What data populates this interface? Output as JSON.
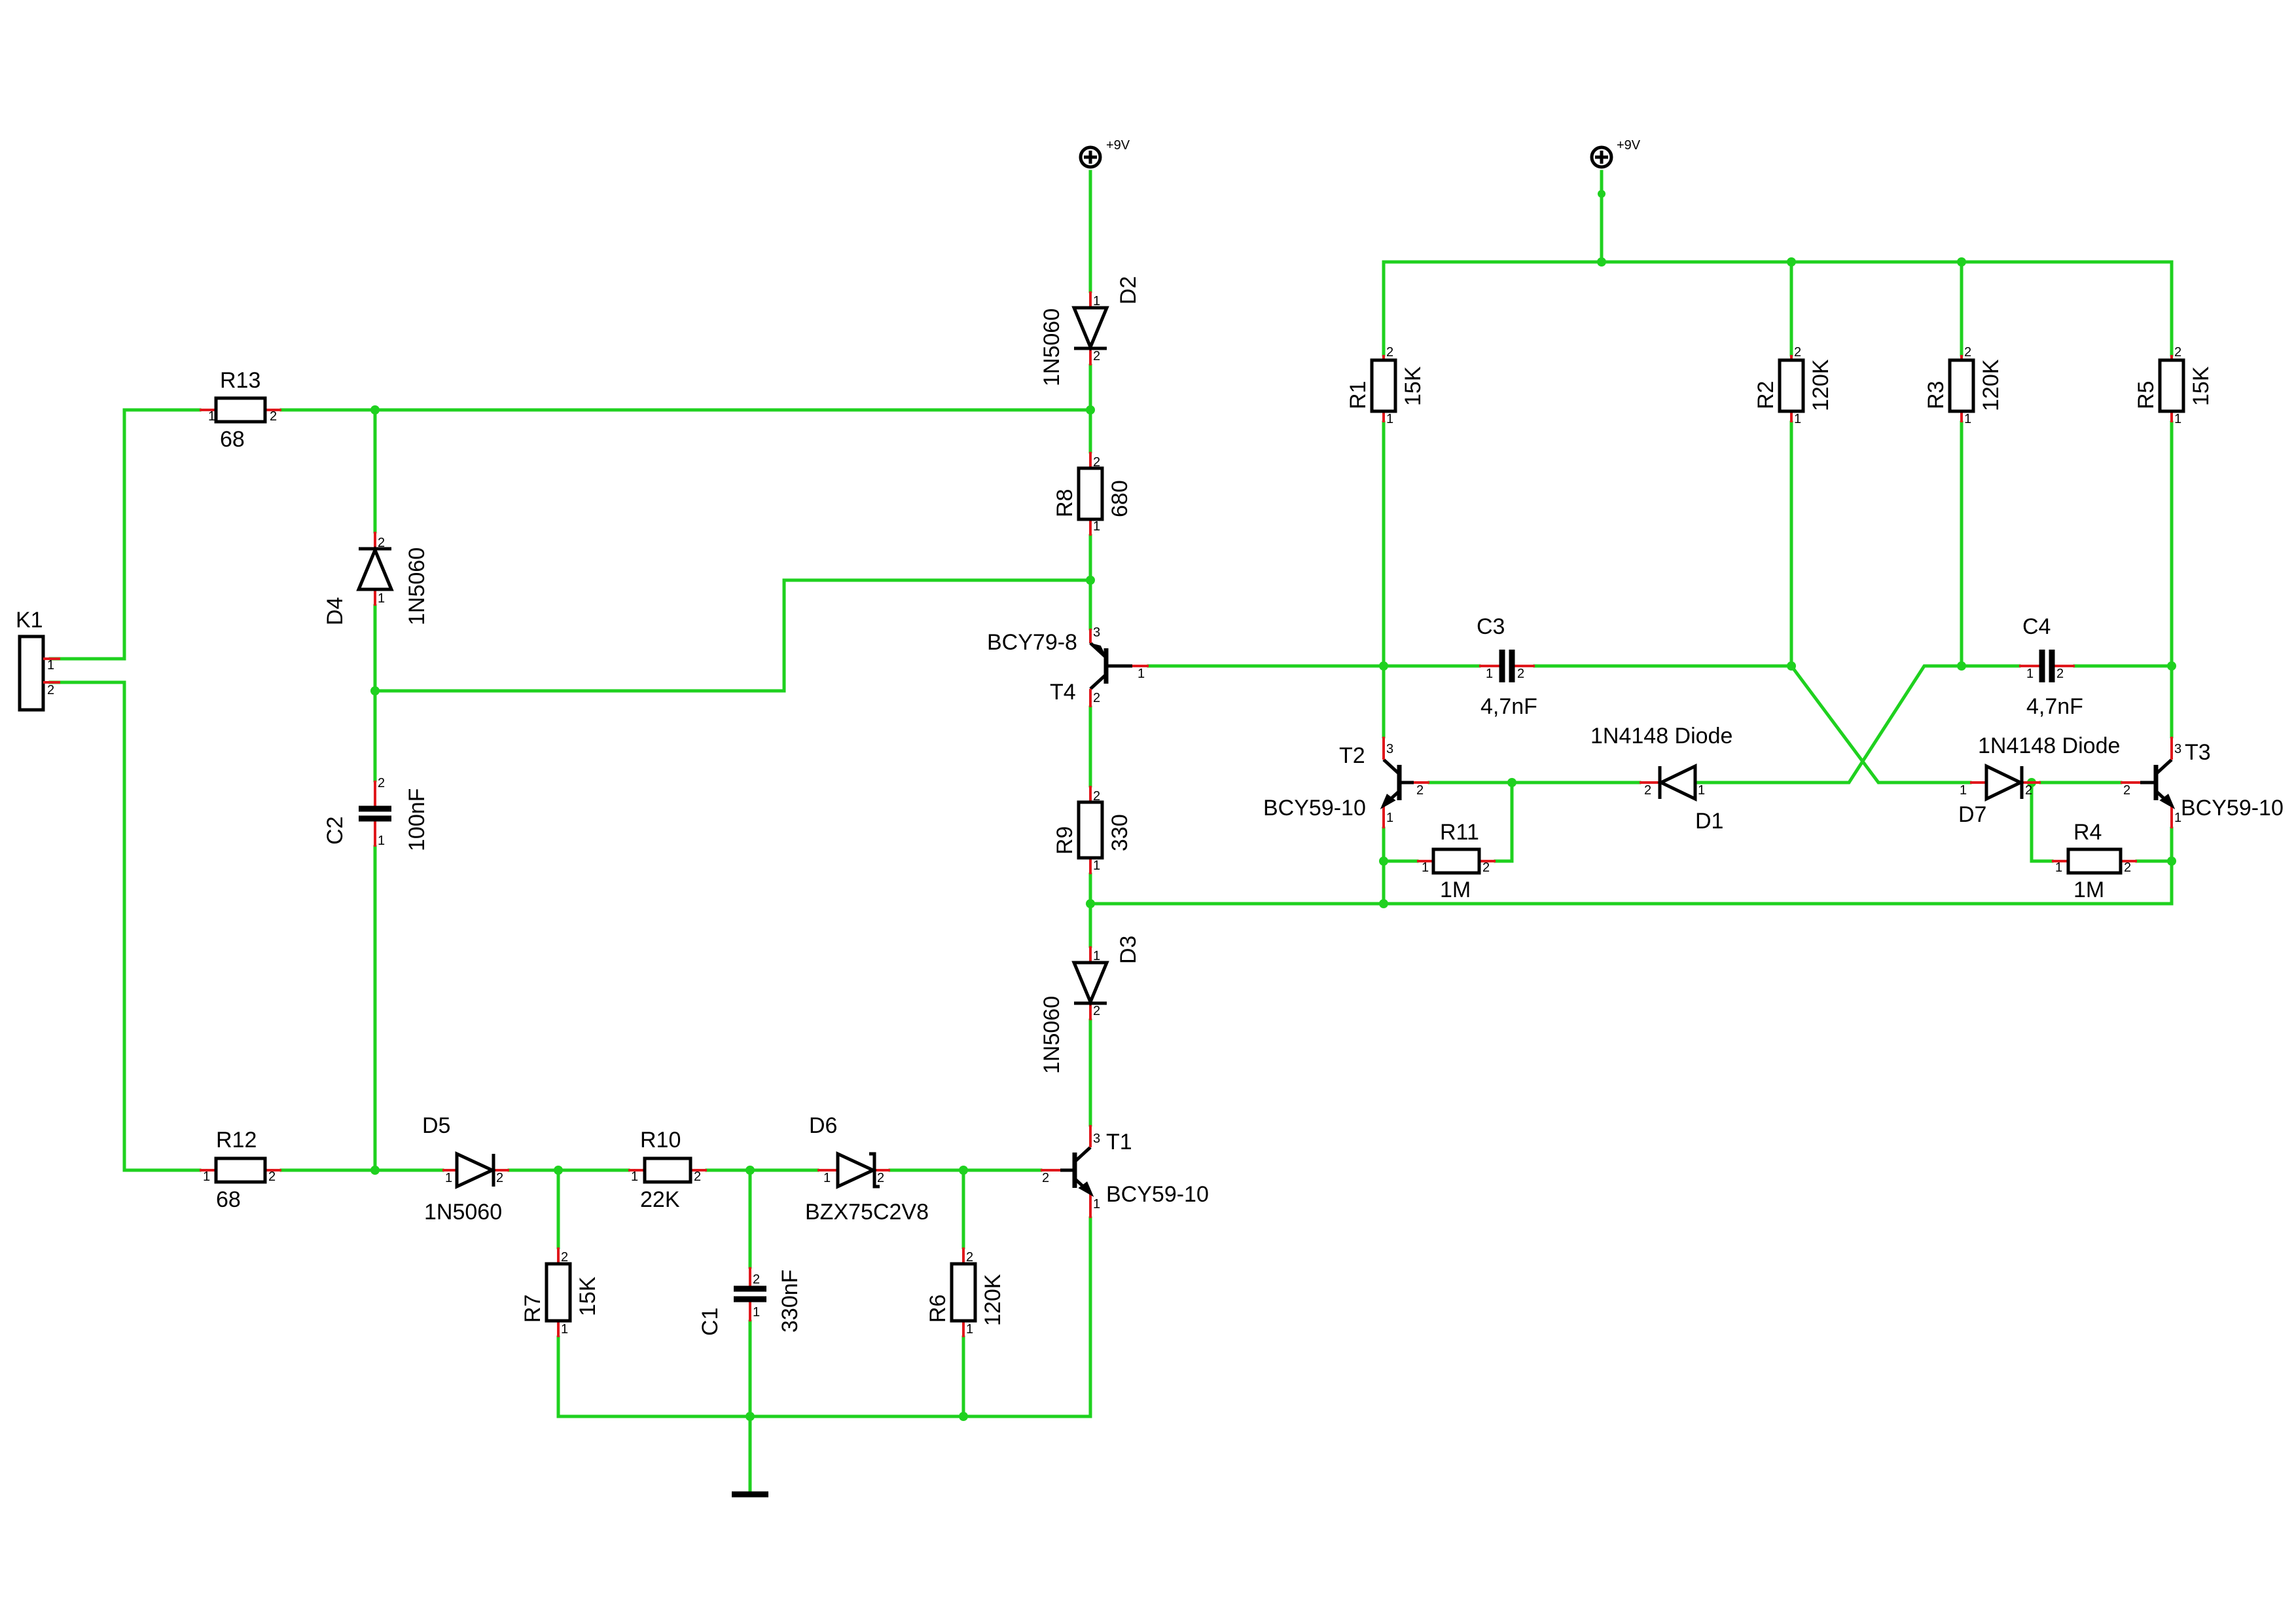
{
  "supplies": [
    {
      "id": "vcc-left",
      "label": "+9V"
    },
    {
      "id": "vcc-right",
      "label": "+9V"
    }
  ],
  "connector": {
    "name": "K1",
    "pins": [
      "1",
      "2"
    ]
  },
  "parts": {
    "R1": {
      "name": "R1",
      "value": "15K"
    },
    "R2": {
      "name": "R2",
      "value": "120K"
    },
    "R3": {
      "name": "R3",
      "value": "120K"
    },
    "R4": {
      "name": "R4",
      "value": "1M"
    },
    "R5": {
      "name": "R5",
      "value": "15K"
    },
    "R6": {
      "name": "R6",
      "value": "120K"
    },
    "R7": {
      "name": "R7",
      "value": "15K"
    },
    "R8": {
      "name": "R8",
      "value": "680"
    },
    "R9": {
      "name": "R9",
      "value": "330"
    },
    "R10": {
      "name": "R10",
      "value": "22K"
    },
    "R11": {
      "name": "R11",
      "value": "1M"
    },
    "R12": {
      "name": "R12",
      "value": "68"
    },
    "R13": {
      "name": "R13",
      "value": "68"
    },
    "C1": {
      "name": "C1",
      "value": "330nF"
    },
    "C2": {
      "name": "C2",
      "value": "100nF"
    },
    "C3": {
      "name": "C3",
      "value": "4,7nF"
    },
    "C4": {
      "name": "C4",
      "value": "4,7nF"
    },
    "D1": {
      "name": "D1",
      "value": "1N4148 Diode"
    },
    "D2": {
      "name": "D2",
      "value": "1N5060"
    },
    "D3": {
      "name": "D3",
      "value": "1N5060"
    },
    "D4": {
      "name": "D4",
      "value": "1N5060"
    },
    "D5": {
      "name": "D5",
      "value": "1N5060"
    },
    "D6": {
      "name": "D6",
      "value": "BZX75C2V8"
    },
    "D7": {
      "name": "D7",
      "value": "1N4148 Diode"
    },
    "T1": {
      "name": "T1",
      "value": "BCY59-10"
    },
    "T2": {
      "name": "T2",
      "value": "BCY59-10"
    },
    "T3": {
      "name": "T3",
      "value": "BCY59-10"
    },
    "T4": {
      "name": "T4",
      "value": "BCY79-8"
    }
  },
  "pin_numbers": {
    "one": "1",
    "two": "2",
    "three": "3"
  },
  "colors": {
    "wire": "#1fd11f",
    "pin": "#e0181c",
    "symbol": "#000000",
    "background": "#ffffff"
  }
}
